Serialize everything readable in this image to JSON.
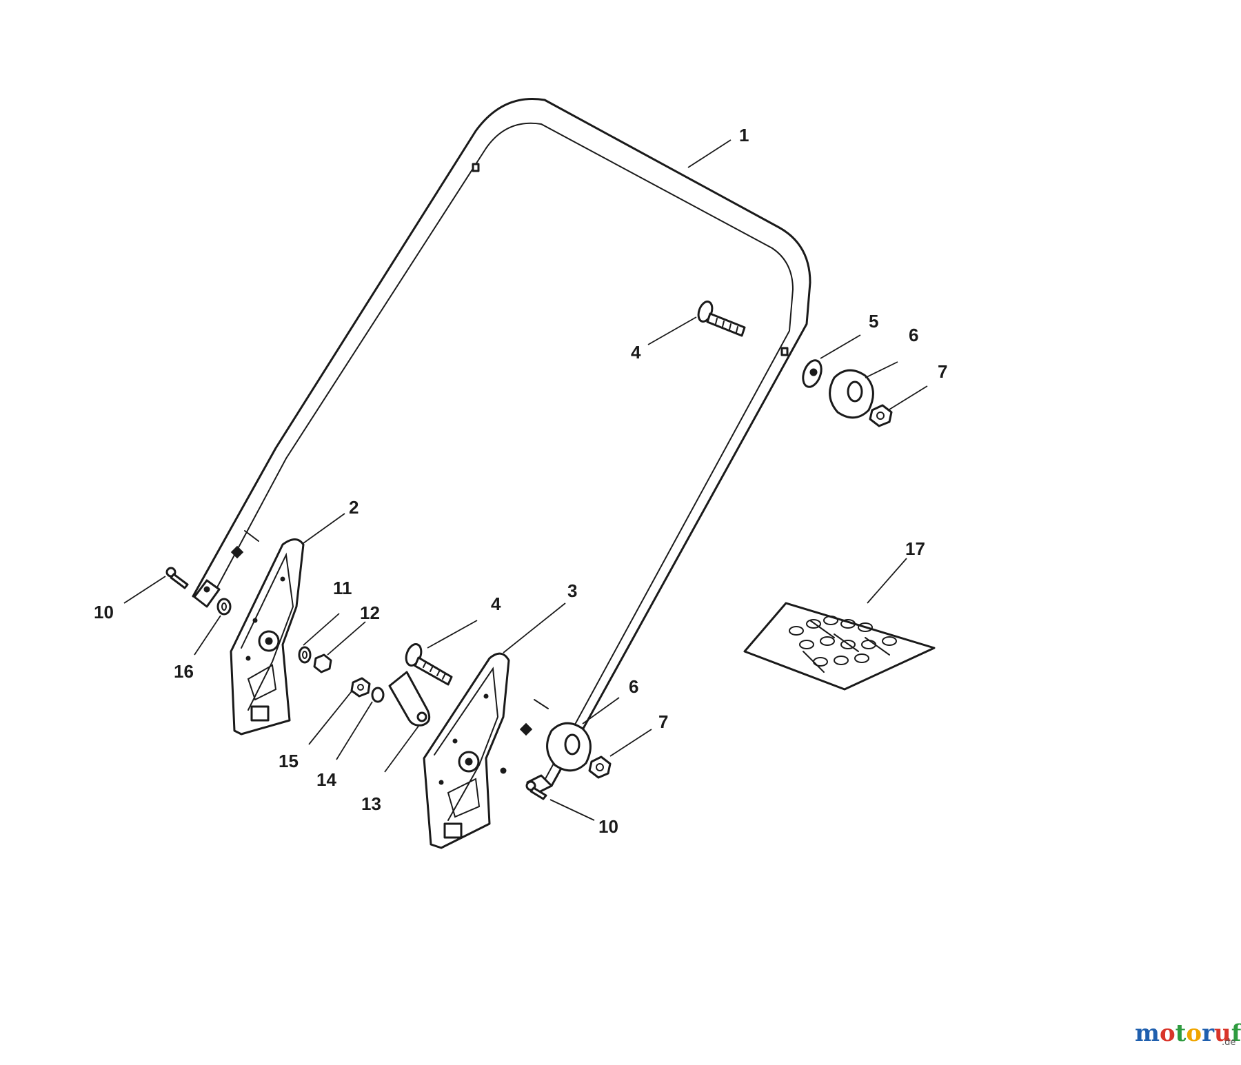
{
  "callouts": {
    "c1": "1",
    "c2": "2",
    "c3": "3",
    "c4a": "4",
    "c4b": "4",
    "c5": "5",
    "c6a": "6",
    "c6b": "6",
    "c7a": "7",
    "c7b": "7",
    "c10a": "10",
    "c10b": "10",
    "c11": "11",
    "c12": "12",
    "c13": "13",
    "c14": "14",
    "c15": "15",
    "c16": "16",
    "c17": "17"
  },
  "watermark": {
    "brand": "motoruf",
    "suffix": ".de",
    "colors": [
      "#1f5fae",
      "#d9352a",
      "#2e9b3f",
      "#f0a500",
      "#1f5fae",
      "#d9352a",
      "#2e9b3f"
    ]
  }
}
